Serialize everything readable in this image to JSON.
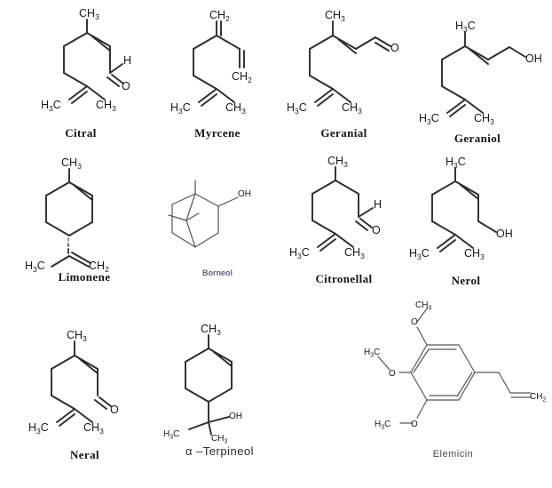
{
  "document": {
    "kind": "chemical-structure-plate",
    "title": "",
    "background_color": "#ffffff",
    "ink_color": "#2b2b2b",
    "rows": 3,
    "columns": 4
  },
  "atom_labels": {
    "methyl_left": "H₃C",
    "methyl_right": "CH₃",
    "methyl_up": "CH₃",
    "methylene": "CH₂",
    "hydroxyl": "OH",
    "oxygen": "O",
    "hydrogen": "H",
    "ch3_plain": "CH3",
    "o_plain": "O"
  },
  "structures": [
    {
      "id": "citral",
      "name": "Citral",
      "label_style": "serif-bold",
      "row": 1,
      "col": 1,
      "class_of_compound": "monoterpene aldehyde",
      "labels": [
        "CH₃",
        "H",
        "O",
        "H₃C",
        "CH₃"
      ],
      "features": [
        "aldehyde",
        "two trisubstituted C=C double bonds",
        "acyclic chain"
      ]
    },
    {
      "id": "myrcene",
      "name": "Myrcene",
      "label_style": "serif-bold",
      "row": 1,
      "col": 2,
      "class_of_compound": "monoterpene hydrocarbon",
      "labels": [
        "CH₂",
        "CH₂",
        "H₃C",
        "CH₃"
      ],
      "features": [
        "conjugated diene",
        "exocyclic methylene",
        "acyclic chain"
      ]
    },
    {
      "id": "geranial",
      "name": "Geranial",
      "label_style": "serif-bold",
      "row": 1,
      "col": 3,
      "class_of_compound": "monoterpene aldehyde (E-isomer)",
      "labels": [
        "CH₃",
        "O",
        "H₃C",
        "CH₃"
      ],
      "features": [
        "trans aldehyde",
        "two C=C double bonds"
      ]
    },
    {
      "id": "geraniol",
      "name": "Geraniol",
      "label_style": "serif-bold",
      "row": 1,
      "col": 4,
      "class_of_compound": "monoterpene alcohol (E-isomer)",
      "labels": [
        "H₃C",
        "OH",
        "H₃C",
        "CH₃"
      ],
      "features": [
        "primary allylic alcohol",
        "trans double bond"
      ]
    },
    {
      "id": "limonene",
      "name": "Limonene",
      "label_style": "serif-bold",
      "row": 2,
      "col": 1,
      "class_of_compound": "cyclic monoterpene",
      "labels": [
        "CH₃",
        "H₃C",
        "CH₂"
      ],
      "features": [
        "cyclohexene ring",
        "isopropenyl group",
        "wedge stereobond"
      ]
    },
    {
      "id": "borneol",
      "name": "Borneol",
      "label_style": "sans-grey",
      "row": 2,
      "col": 2,
      "class_of_compound": "bicyclic monoterpene alcohol",
      "labels": [
        "OH"
      ],
      "features": [
        "bornane bicyclo[2.2.1]heptane skeleton",
        "secondary alcohol",
        "gem-dimethyl bridge"
      ]
    },
    {
      "id": "citronellal",
      "name": "Citronellal",
      "label_style": "serif-bold",
      "row": 2,
      "col": 3,
      "class_of_compound": "monoterpene aldehyde",
      "labels": [
        "CH₃",
        "H",
        "O",
        "H₃C",
        "CH₃"
      ],
      "features": [
        "aldehyde",
        "single trisubstituted C=C double bond",
        "saturated branch"
      ]
    },
    {
      "id": "nerol",
      "name": "Nerol",
      "label_style": "serif-bold",
      "row": 2,
      "col": 4,
      "class_of_compound": "monoterpene alcohol (Z-isomer)",
      "labels": [
        "H₃C",
        "OH",
        "H₃C",
        "CH₃"
      ],
      "features": [
        "primary allylic alcohol",
        "cis double bond"
      ]
    },
    {
      "id": "neral",
      "name": "Neral",
      "label_style": "serif-bold",
      "row": 3,
      "col": 1,
      "class_of_compound": "monoterpene aldehyde (Z-isomer)",
      "labels": [
        "CH₃",
        "O",
        "H₃C",
        "CH₃"
      ],
      "features": [
        "cis aldehyde",
        "two C=C double bonds"
      ]
    },
    {
      "id": "alpha-terpineol",
      "name": "α –Terpineol",
      "label_style": "sans-plain",
      "row": 3,
      "col": 2,
      "class_of_compound": "cyclic monoterpene alcohol",
      "labels": [
        "CH₃",
        "OH",
        "H₃C",
        "CH₃"
      ],
      "features": [
        "cyclohexene ring",
        "tertiary alcohol",
        "gem-dimethyl carbinol"
      ]
    },
    {
      "id": "elemicin",
      "name": "Elemicin",
      "label_style": "sans-plain-small",
      "row": 3,
      "col": 4,
      "class_of_compound": "phenylpropene / trimethoxy-allylbenzene",
      "labels": [
        "CH3",
        "O",
        "H₃C",
        "O",
        "H₃C",
        "O",
        "CH₂"
      ],
      "features": [
        "benzene ring",
        "three methoxy groups",
        "allyl side chain"
      ]
    }
  ]
}
